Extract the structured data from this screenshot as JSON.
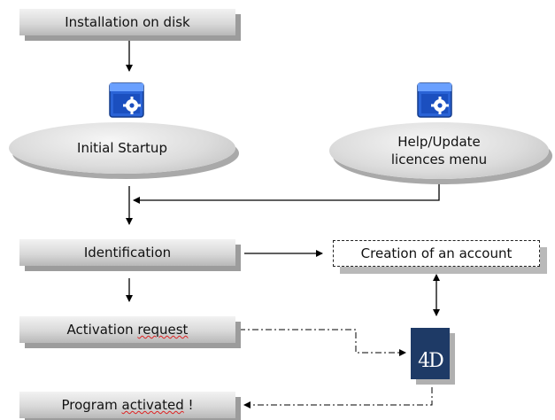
{
  "diagram": {
    "installation_label": "Installation on disk",
    "startup_label": "Initial Startup",
    "help_label_line1": "Help/Update",
    "help_label_line2": "licences menu",
    "identification_label": "Identification",
    "account_label": "Creation of an account",
    "activation_request_prefix": "Activation ",
    "activation_request_squiggle": "request",
    "program_activated_prefix": "Program ",
    "program_activated_squiggle": "activated",
    "program_activated_suffix": " !",
    "logo_4d_text": "4D",
    "colors": {
      "box_gradient_top": "#f2f2f2",
      "box_gradient_bottom": "#b8b8b8",
      "shadow": "#9c9c9c",
      "logo_bg": "#1e3a66",
      "icon_blue": "#1f4fbf"
    }
  }
}
